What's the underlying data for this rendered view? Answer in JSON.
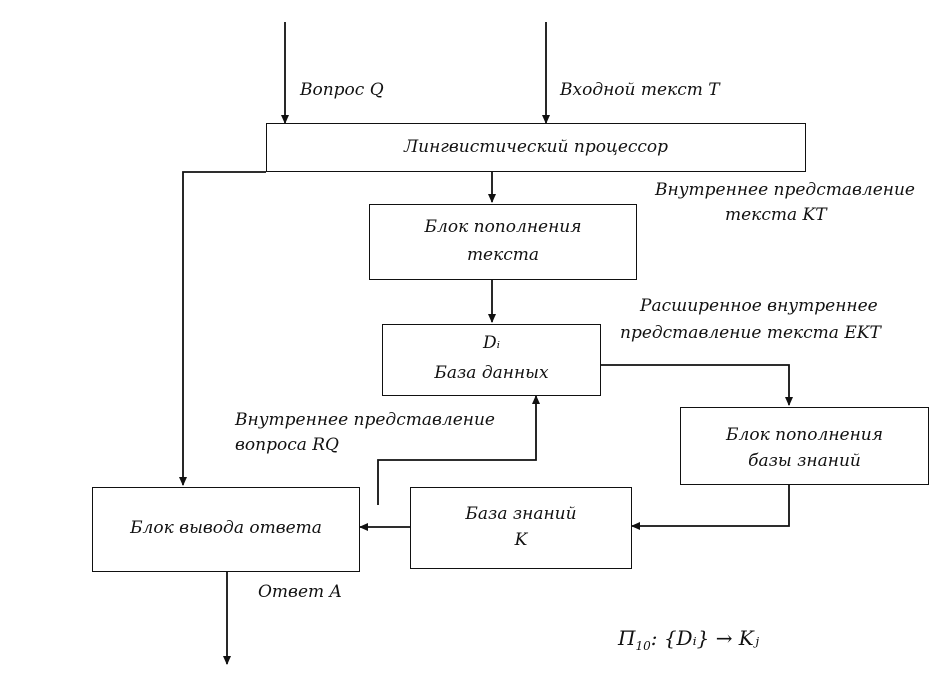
{
  "inputs": {
    "question_label": "Вопрос Q",
    "input_text_label": "Входной текст T"
  },
  "boxes": {
    "linguistic_processor": "Лингвистический процессор",
    "text_replenish_line1": "Блок пополнения",
    "text_replenish_line2": "текста",
    "database_symbol": "Dᵢ",
    "database_label": "База данных",
    "kb_replenish_line1": "Блок пополнения",
    "kb_replenish_line2": "базы знаний",
    "answer_output": "Блок вывода ответа",
    "knowledge_base_line1": "База знаний",
    "knowledge_base_line2": "K"
  },
  "labels": {
    "internal_text_line1": "Внутреннее представление",
    "internal_text_line2": "текста KT",
    "extended_line1": "Расширенное внутреннее",
    "extended_line2": "представление текста EKT",
    "internal_question_line1": "Внутреннее представление",
    "internal_question_line2": "вопроса RQ",
    "answer_label": "Ответ A"
  },
  "formula": {
    "pi": "П",
    "subscript": "10",
    "body": ": {Dᵢ} → Kⱼ"
  }
}
